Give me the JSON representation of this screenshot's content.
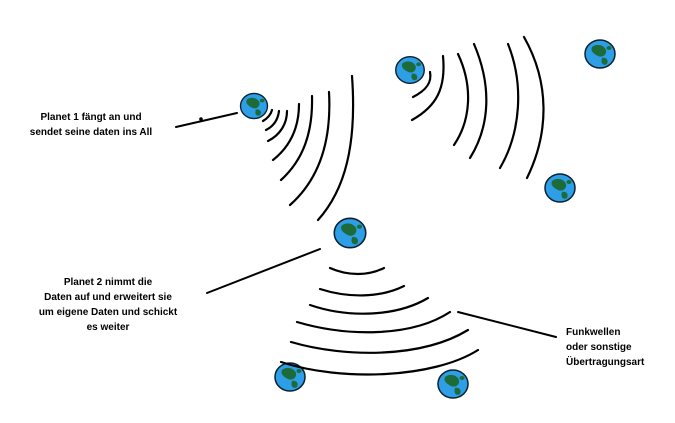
{
  "labels": {
    "planet1": [
      "Planet 1 fängt an und",
      "sendet seine daten ins All"
    ],
    "planet2": [
      "Planet 2 nimmt die",
      "Daten auf und erweitert sie",
      "um eigene Daten und schickt",
      "es weiter"
    ],
    "waves": [
      "Funkwellen",
      "oder sonstige",
      "Übertragungsart"
    ]
  },
  "colors": {
    "ocean": "#2e9ee6",
    "land": "#1e6b3a",
    "outline": "#0b2230",
    "stroke": "#000000",
    "background": "#ffffff"
  },
  "planet_icon": "planet-icon"
}
